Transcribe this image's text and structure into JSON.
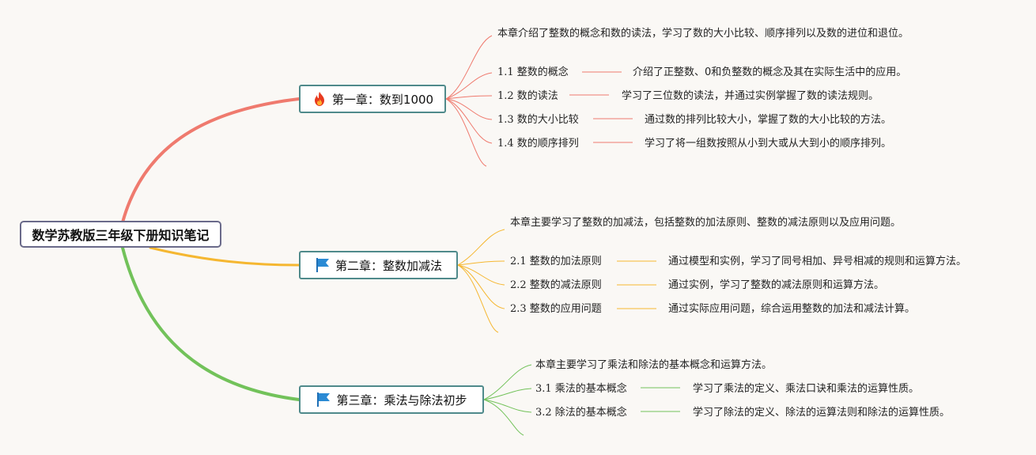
{
  "root": {
    "title": "数学苏教版三年级下册知识笔记"
  },
  "colors": {
    "chapter1": "#ef7a6e",
    "chapter2": "#f5b731",
    "chapter3": "#72c25a",
    "node_border": "#4f8a8b"
  },
  "chapters": [
    {
      "title": "第一章：数到1000",
      "icon": "fire-icon",
      "intro": "本章介绍了整数的概念和数的读法，学习了数的大小比较、顺序排列以及数的进位和退位。",
      "items": [
        {
          "label": "1.1 整数的概念",
          "desc": "介绍了正整数、0和负整数的概念及其在实际生活中的应用。"
        },
        {
          "label": "1.2 数的读法",
          "desc": "学习了三位数的读法，并通过实例掌握了数的读法规则。"
        },
        {
          "label": "1.3 数的大小比较",
          "desc": "通过数的排列比较大小，掌握了数的大小比较的方法。"
        },
        {
          "label": "1.4 数的顺序排列",
          "desc": "学习了将一组数按照从小到大或从大到小的顺序排列。"
        }
      ]
    },
    {
      "title": "第二章：整数加减法",
      "icon": "flag-icon",
      "intro": "本章主要学习了整数的加减法，包括整数的加法原则、整数的减法原则以及应用问题。",
      "items": [
        {
          "label": "2.1 整数的加法原则",
          "desc": "通过模型和实例，学习了同号相加、异号相减的规则和运算方法。"
        },
        {
          "label": "2.2 整数的减法原则",
          "desc": "通过实例，学习了整数的减法原则和运算方法。"
        },
        {
          "label": "2.3 整数的应用问题",
          "desc": "通过实际应用问题，综合运用整数的加法和减法计算。"
        }
      ]
    },
    {
      "title": "第三章：乘法与除法初步",
      "icon": "flag-icon",
      "intro": "本章主要学习了乘法和除法的基本概念和运算方法。",
      "items": [
        {
          "label": "3.1 乘法的基本概念",
          "desc": "学习了乘法的定义、乘法口诀和乘法的运算性质。"
        },
        {
          "label": "3.2 除法的基本概念",
          "desc": "学习了除法的定义、除法的运算法则和除法的运算性质。"
        }
      ]
    }
  ]
}
